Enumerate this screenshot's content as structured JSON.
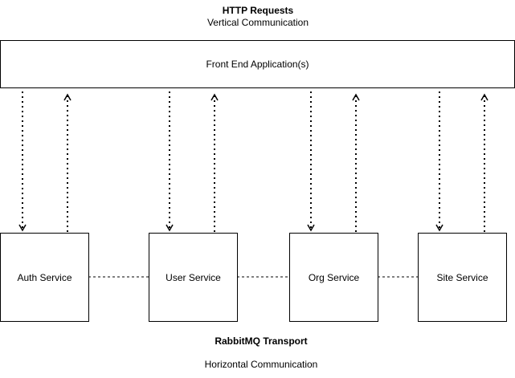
{
  "header": {
    "title": "HTTP Requests",
    "subtitle": "Vertical Communication"
  },
  "frontend": {
    "label": "Front End Application(s)"
  },
  "services": [
    {
      "label": "Auth Service"
    },
    {
      "label": "User Service"
    },
    {
      "label": "Org Service"
    },
    {
      "label": "Site Service"
    }
  ],
  "footer": {
    "title": "RabbitMQ Transport",
    "subtitle": "Horizontal Communication"
  },
  "colors": {
    "stroke": "#000000",
    "background": "#ffffff"
  }
}
